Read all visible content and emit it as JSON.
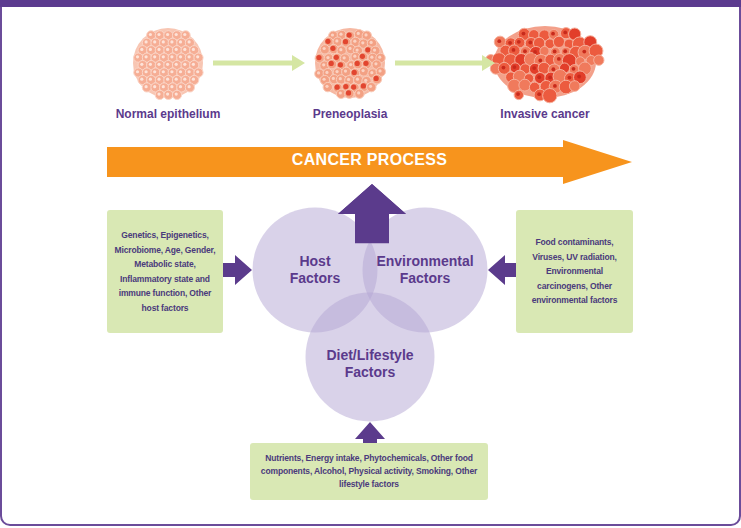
{
  "diagram": {
    "nodes": [
      {
        "text": [
          "Normal epithelium"
        ]
      },
      {
        "text": [
          "Preneoplasia"
        ]
      },
      {
        "text": [
          "Invasive cancer"
        ]
      },
      {
        "text": [
          "CANCER PROCESS"
        ]
      },
      {
        "text": [
          "Genetics, Epigenetics, Microbiome, Age, Gender, Metabolic state, Inflammatory state and immune function, Other host factors"
        ]
      },
      {
        "text": [
          "Host Factors"
        ]
      },
      {
        "text": [
          "Environmental Factors"
        ]
      },
      {
        "text": [
          "Food contaminants, Viruses, UV radiation, Environmental carcinogens, Other environmental factors"
        ]
      },
      {
        "text": [
          "Diet/Lifestyle Factors"
        ]
      },
      {
        "text": [
          "Nutrients, Energy intake, Phytochemicals, Other food components, Alcohol, Physical activity, Smoking, Other lifestyle factors"
        ]
      }
    ],
    "edges": [
      {
        "from": 0,
        "to": 1,
        "arrow": "to"
      },
      {
        "from": 1,
        "to": 2,
        "arrow": "to"
      },
      {
        "from": 5,
        "to": 3,
        "arrow": "to"
      },
      {
        "from": 6,
        "to": 3,
        "arrow": "to"
      },
      {
        "from": 4,
        "to": 5,
        "arrow": "to"
      },
      {
        "from": 7,
        "to": 6,
        "arrow": "to"
      },
      {
        "from": 9,
        "to": 8,
        "arrow": "to"
      }
    ]
  }
}
